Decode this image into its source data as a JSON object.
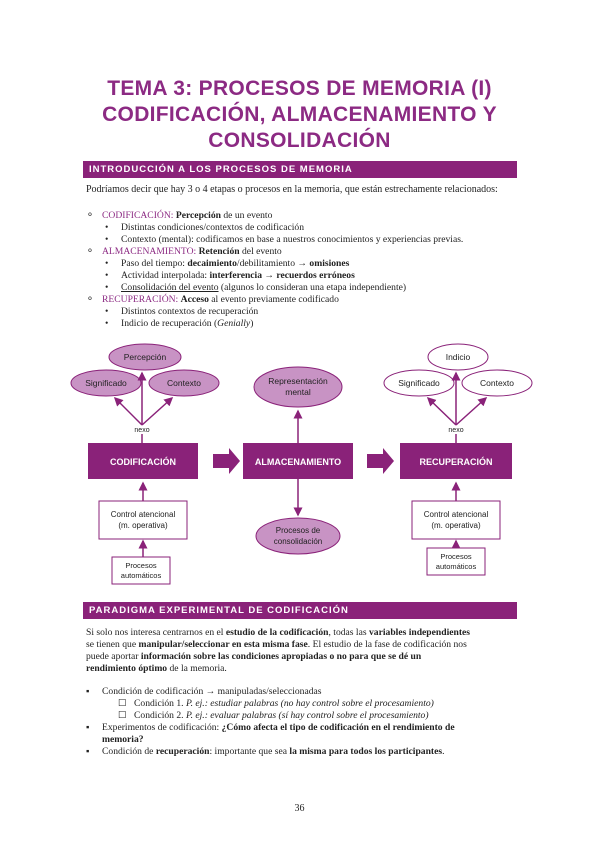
{
  "title": {
    "line1": "TEMA 3: PROCESOS DE MEMORIA (I)",
    "line2": "CODIFICACIÓN, ALMACENAMIENTO Y",
    "line3": "CONSOLIDACIÓN"
  },
  "section1": {
    "heading": "INTRODUCCIÓN A LOS PROCESOS DE MEMORIA",
    "intro": "Podríamos decir que hay 3 o 4 etapas o procesos en la memoria, que están estrechamente relacionados:",
    "cod_label": "CODIFICACIÓN:",
    "cod_bold": "Percepción",
    "cod_rest": " de un evento",
    "cod_items": [
      "Distintas condiciones/contextos de codificación",
      "Contexto (mental): codificamos en base a nuestros conocimientos y experiencias previas."
    ],
    "alm_label": "ALMACENAMIENTO:",
    "alm_bold": "Retención",
    "alm_rest": " del evento",
    "alm_item1_a": "Paso del tiempo: ",
    "alm_item1_b": "decaimiento",
    "alm_item1_c": "/debilitamiento → ",
    "alm_item1_d": "omisiones",
    "alm_item2_a": "Actividad interpolada: ",
    "alm_item2_b": "interferencia → recuerdos erróneos",
    "alm_item3_a": "Consolidación del evento",
    "alm_item3_b": " (algunos lo consideran una etapa independiente)",
    "rec_label": "RECUPERACIÓN:",
    "rec_bold": "Acceso",
    "rec_rest": " al evento previamente codificado",
    "rec_item1": "Distintos contextos de recuperación",
    "rec_item2_a": "Indicio de recuperación (",
    "rec_item2_b": "Genially",
    "rec_item2_c": ")"
  },
  "diagram": {
    "percepcion": "Percepción",
    "significado": "Significado",
    "contexto": "Contexto",
    "nexo": "nexo",
    "codificacion": "CODIFICACIÓN",
    "almacenamiento": "ALMACENAMIENTO",
    "recuperacion": "RECUPERACIÓN",
    "rep_line1": "Representación",
    "rep_line2": "mental",
    "consol_line1": "Procesos de",
    "consol_line2": "consolidación",
    "control_line1": "Control atencional",
    "control_line2": "(m. operativa)",
    "auto_line1": "Procesos",
    "auto_line2": "automáticos",
    "indicio": "Indicio",
    "purple": "#8a2279",
    "light": "#c893c4"
  },
  "section2": {
    "heading": "PARADIGMA EXPERIMENTAL DE CODIFICACIÓN",
    "p1_a": "Si solo nos interesa centrarnos en el ",
    "p1_b": "estudio de la codificación",
    "p1_c": ", todas las ",
    "p1_d": "variables independientes",
    "p2_a": "se tienen que ",
    "p2_b": "manipular/seleccionar en esta misma fase",
    "p2_c": ". El estudio de la fase de codificación nos",
    "p3_a": "puede aportar ",
    "p3_b": "información sobre las condiciones apropiadas o no para que se dé un",
    "p4_a": "rendimiento óptimo",
    "p4_b": " de la memoria.",
    "b1": "Condición de codificación → manipuladas/seleccionadas",
    "c1_a": "Condición 1. ",
    "c1_b": "P. ej.: estudiar palabras (no hay control sobre el procesamiento)",
    "c2_a": "Condición 2. ",
    "c2_b": "P. ej.: evaluar palabras (sí hay control sobre el procesamiento)",
    "b2_a": "Experimentos de codificación: ",
    "b2_b": "¿Cómo afecta el tipo de codificación en el rendimiento de",
    "b2_c": "memoria?",
    "b3_a": "Condición de ",
    "b3_b": "recuperación",
    "b3_c": ": importante que sea ",
    "b3_d": "la misma para todos los participantes",
    "b3_e": "."
  },
  "page_number": "36"
}
